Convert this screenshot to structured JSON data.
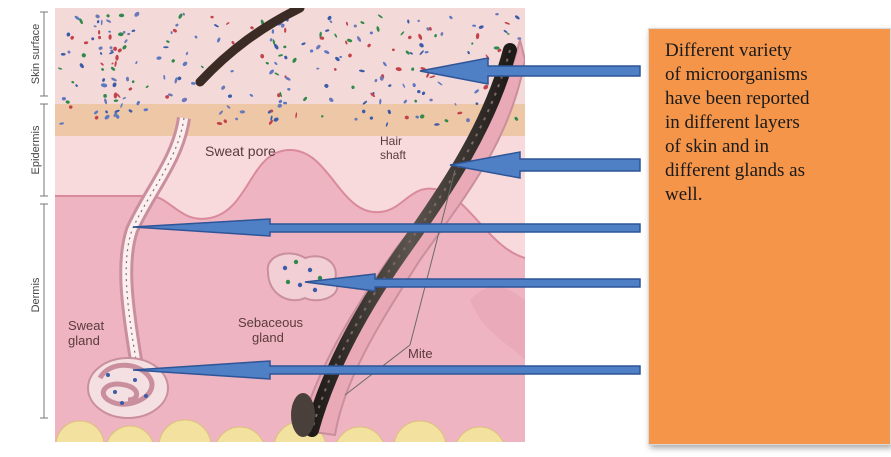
{
  "colors": {
    "callout_fill": "#F4954A",
    "arrow_fill": "#4F7FC4",
    "arrow_stroke": "#2E5597",
    "skin_pink": "#F2C3CB",
    "dermis_pink": "#EFB4C1",
    "fat_yellow": "#F3E1A0"
  },
  "layer_labels": {
    "skin_surface": "Skin surface",
    "epidermis": "Epidermis",
    "dermis": "Dermis"
  },
  "structure_labels": {
    "sweat_pore": "Sweat pore",
    "hair_shaft_line1": "Hair",
    "hair_shaft_line2": "shaft",
    "sebaceous_line1": "Sebaceous",
    "sebaceous_line2": "gland",
    "sweat_gland_line1": "Sweat",
    "sweat_gland_line2": "gland",
    "mite": "Mite"
  },
  "callout": {
    "line1": "Different variety",
    "line2": "of microorganisms",
    "line3": "have been reported",
    "line4": "in different layers",
    "line5": "of skin and in",
    "line6": "different glands as",
    "line7": "well."
  }
}
